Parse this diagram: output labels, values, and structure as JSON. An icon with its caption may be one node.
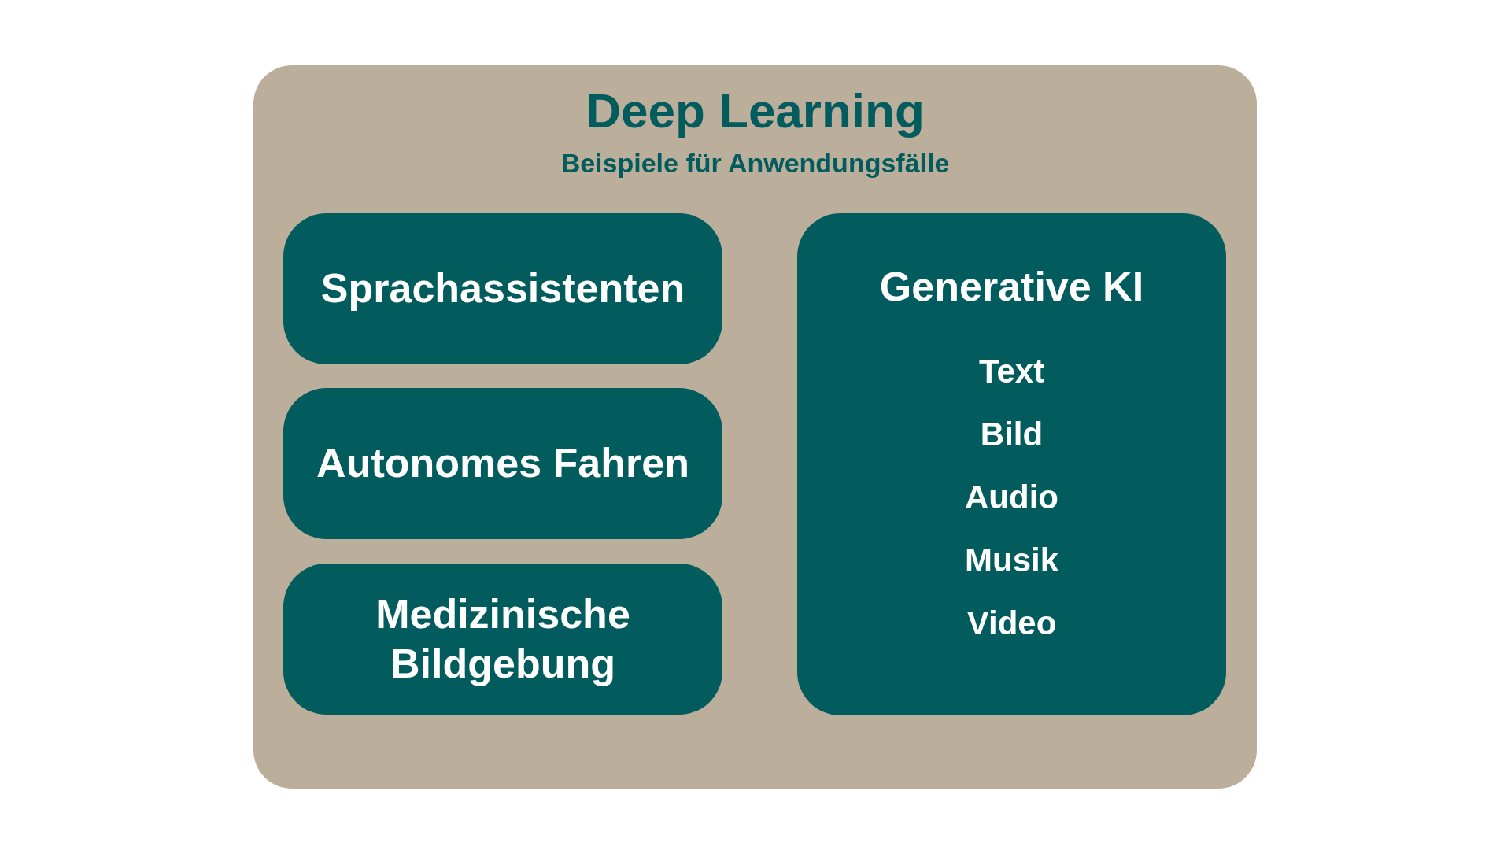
{
  "diagram": {
    "nodes": [
      {
        "text": [
          "Deep Learning",
          "Beispiele für Anwendungsfälle"
        ]
      },
      {
        "text": [
          "Sprachassistenten"
        ],
        "in": 0
      },
      {
        "text": [
          "Autonomes Fahren"
        ],
        "in": 0
      },
      {
        "text": [
          "Medizinische Bildgebung"
        ],
        "in": 0
      },
      {
        "text": [
          "Generative KI",
          "Text",
          "Bild",
          "Audio",
          "Musik",
          "Video"
        ],
        "in": 0
      }
    ]
  }
}
